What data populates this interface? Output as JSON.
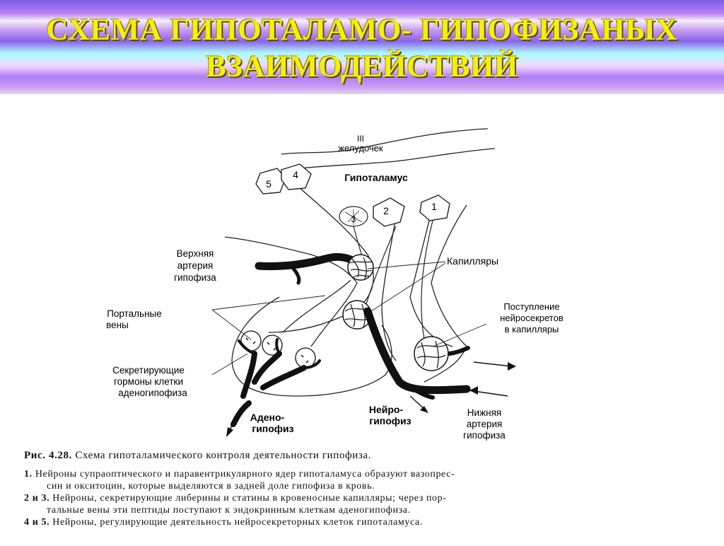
{
  "title": {
    "line1": "СХЕМА ГИПОТАЛАМО- ГИПОФИЗАНЫХ",
    "line2": "ВЗАИМОДЕЙСТВИЙ"
  },
  "labels": {
    "ventricle_num": "III",
    "ventricle": "желудочек",
    "hypothalamus": "Гипоталамус",
    "n1": "1",
    "n2": "2",
    "n3": "3",
    "n4": "4",
    "n5": "5",
    "upper_artery_1": "Верхняя",
    "upper_artery_2": "артерия",
    "upper_artery_3": "гипофиза",
    "capillaries": "Капилляры",
    "portal_1": "Портальные",
    "portal_2": "вены",
    "entry_1": "Поступление",
    "entry_2": "нейросекретов",
    "entry_3": "в капилляры",
    "secreting_1": "Секретирующие",
    "secreting_2": "гормоны клетки",
    "secreting_3": "аденогипофиза",
    "adeno_1": "Адено-",
    "adeno_2": "гипофиз",
    "neuro_1": "Нейро-",
    "neuro_2": "гипофиз",
    "lower_artery_1": "Нижняя",
    "lower_artery_2": "артерия",
    "lower_artery_3": "гипофиза"
  },
  "caption": {
    "fig_num": "Рис. 4.28.",
    "fig_title": "Схема гипоталамического контроля деятельности гипофиза.",
    "p1_num": "1.",
    "p1_line1": "Нейроны супраоптического и паравентрикулярного ядер гипоталамуса образуют вазопрес-",
    "p1_line2": "син и окситоцин, которые выделяются в задней доле гипофиза в кровь.",
    "p2_num": "2 и 3.",
    "p2_line1": "Нейроны, секретирующие либерины и статины в кровеносные капилляры; через пор-",
    "p2_line2": "тальные вены эти пептиды поступают к эндокринным клеткам аденогипофиза.",
    "p3_num": "4 и 5.",
    "p3_line1": "Нейроны, регулирующие деятельность нейросекреторных клеток гипоталамуса."
  }
}
